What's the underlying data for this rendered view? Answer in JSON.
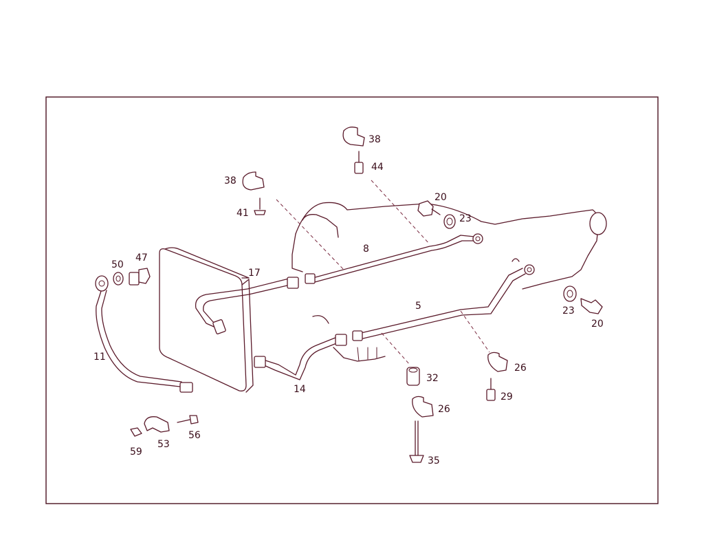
{
  "labels": {
    "p38a": "38",
    "p44": "44",
    "p38b": "38",
    "p41": "41",
    "p20a": "20",
    "p23a": "23",
    "p8": "8",
    "p17": "17",
    "p50": "50",
    "p47": "47",
    "p23b": "23",
    "p20b": "20",
    "p5": "5",
    "p11": "11",
    "p26a": "26",
    "p32": "32",
    "p29": "29",
    "p14": "14",
    "p26b": "26",
    "p56": "56",
    "p53": "53",
    "p59": "59",
    "p35": "35"
  },
  "colors": {
    "line": "#5a1a2a",
    "frame": "#4a1020",
    "text": "#3a0d1a"
  }
}
